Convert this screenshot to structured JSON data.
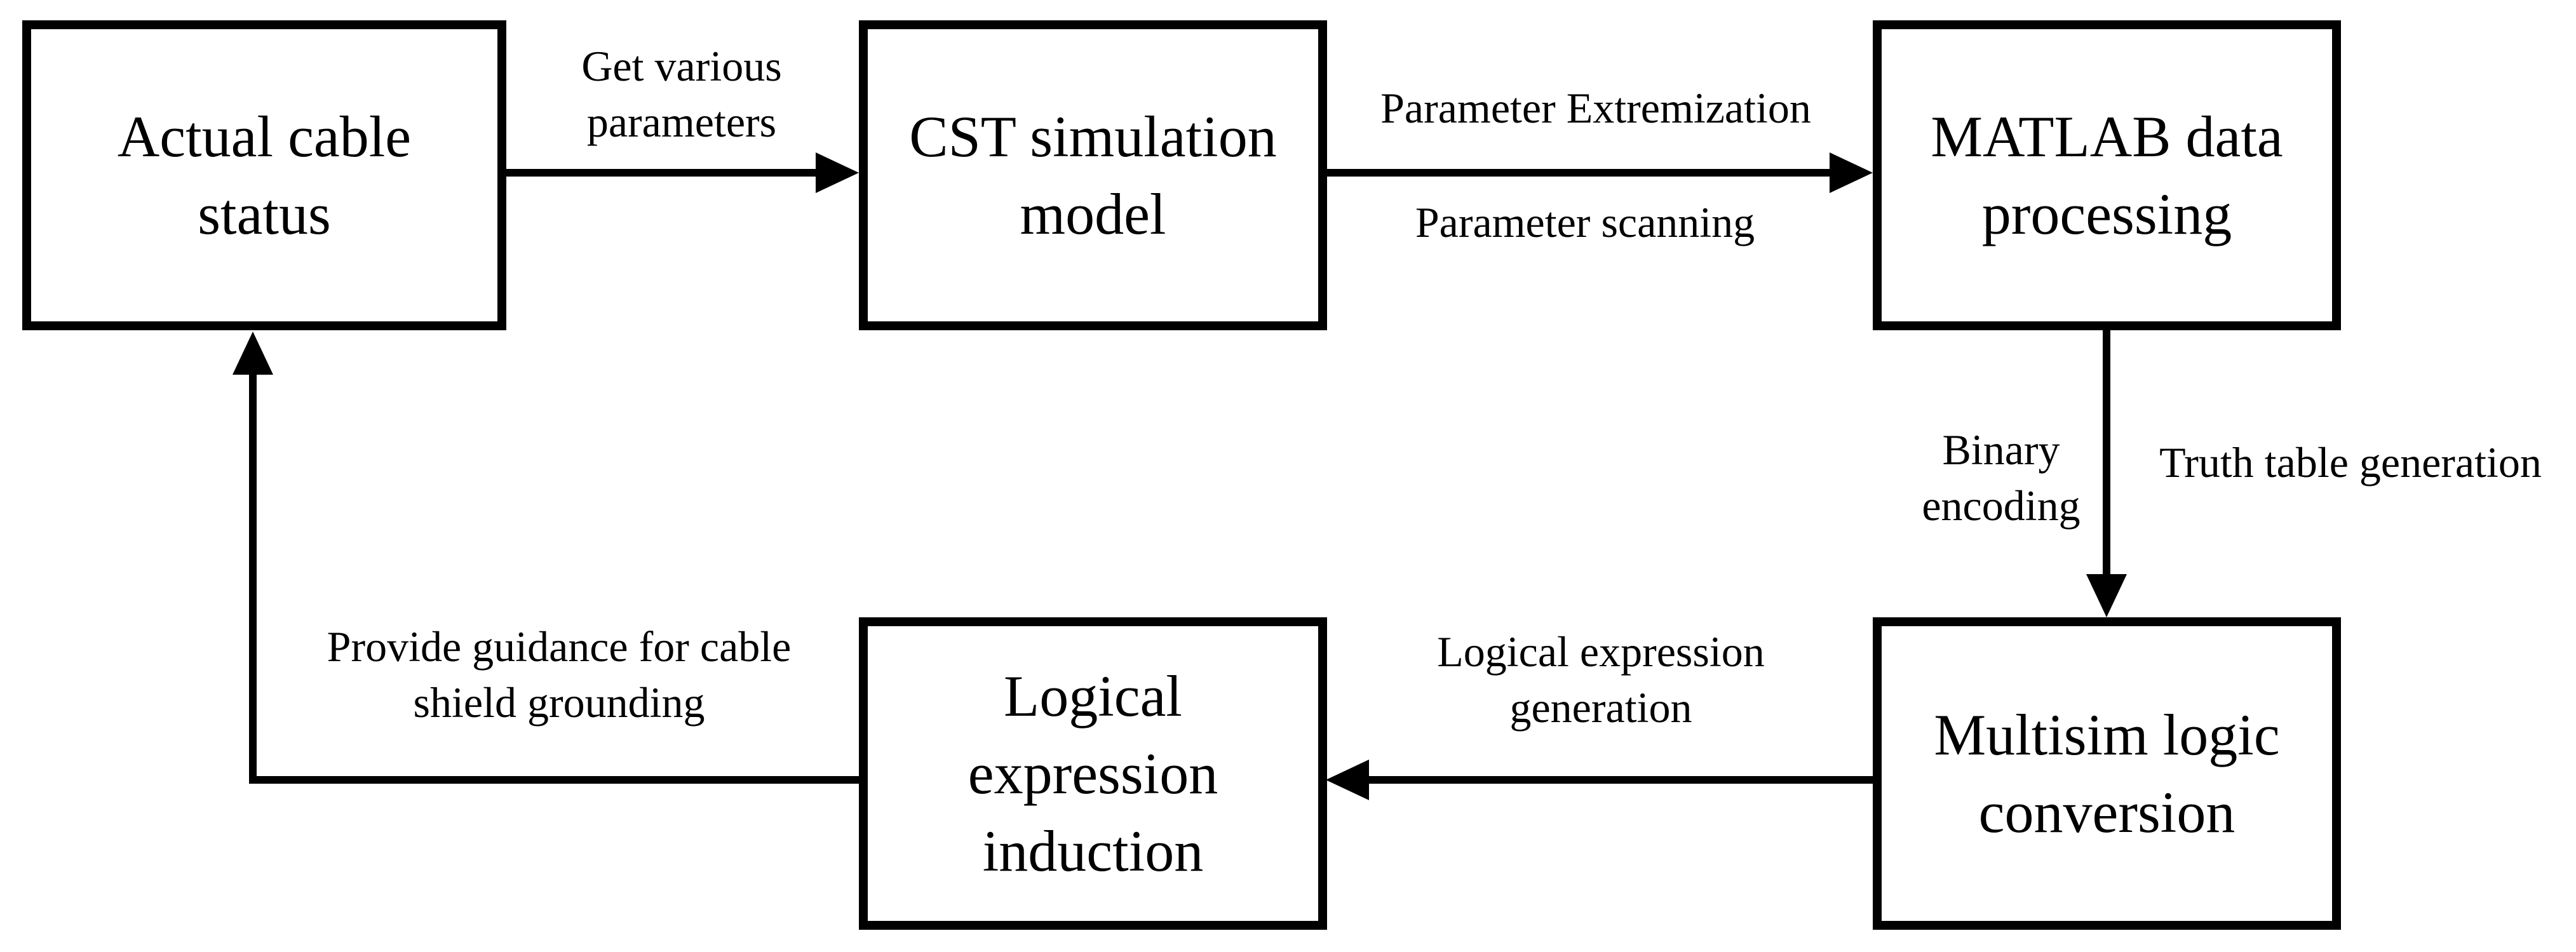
{
  "colors": {
    "background": "#ffffff",
    "line": "#000000",
    "text": "#000000"
  },
  "nodes": {
    "actual_cable_status": "Actual cable status",
    "cst_simulation_model": "CST simulation model",
    "matlab_data_processing": "MATLAB data processing",
    "multisim_logic_conversion": "Multisim logic conversion",
    "logical_expression_induction": "Logical expression induction"
  },
  "edge_labels": {
    "get_various_parameters": "Get various parameters",
    "parameter_extremization": "Parameter Extremization",
    "parameter_scanning": "Parameter scanning",
    "binary_encoding": "Binary encoding",
    "truth_table_generation": "Truth table generation",
    "logical_expression_generation": "Logical expression generation",
    "provide_guidance": "Provide guidance for cable shield grounding"
  },
  "edges": [
    {
      "from": "Actual cable status",
      "to": "CST simulation model",
      "labels": [
        "Get various parameters"
      ]
    },
    {
      "from": "CST simulation model",
      "to": "MATLAB data processing",
      "labels": [
        "Parameter Extremization",
        "Parameter scanning"
      ]
    },
    {
      "from": "MATLAB data processing",
      "to": "Multisim logic conversion",
      "labels": [
        "Binary encoding",
        "Truth table generation"
      ]
    },
    {
      "from": "Multisim logic conversion",
      "to": "Logical expression induction",
      "labels": [
        "Logical expression generation"
      ]
    },
    {
      "from": "Logical expression induction",
      "to": "Actual cable status",
      "labels": [
        "Provide guidance for cable shield grounding"
      ]
    }
  ]
}
